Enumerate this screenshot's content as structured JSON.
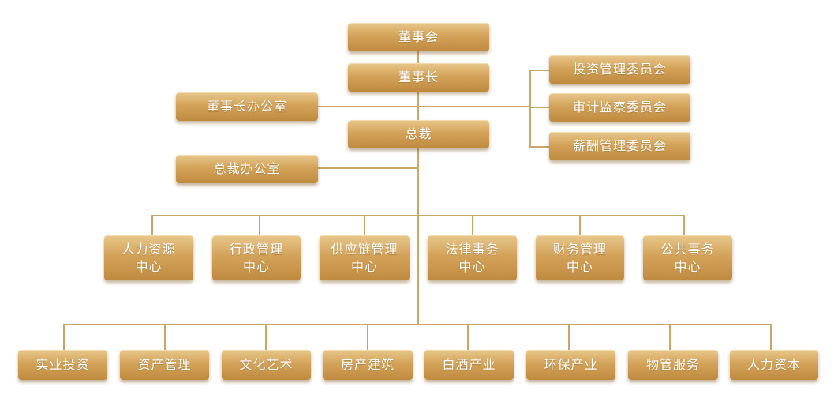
{
  "top": {
    "board": "董事会",
    "chairman": "董事长",
    "chairman_office": "董事长办公室",
    "president": "总裁",
    "president_office": "总裁办公室"
  },
  "committees": [
    "投资管理委员会",
    "审计监察委员会",
    "薪酬管理委员会"
  ],
  "centers": [
    [
      "人力资源",
      "中心"
    ],
    [
      "行政管理",
      "中心"
    ],
    [
      "供应链管理",
      "中心"
    ],
    [
      "法律事务",
      "中心"
    ],
    [
      "财务管理",
      "中心"
    ],
    [
      "公共事务",
      "中心"
    ]
  ],
  "businesses": [
    "实业投资",
    "资产管理",
    "文化艺术",
    "房产建筑",
    "白酒产业",
    "环保产业",
    "物管服务",
    "人力资本"
  ],
  "colors": {
    "line": "#caa667",
    "box_top": "#e8c78b",
    "box_bottom": "#bf8a3f",
    "text": "#ffffff"
  }
}
